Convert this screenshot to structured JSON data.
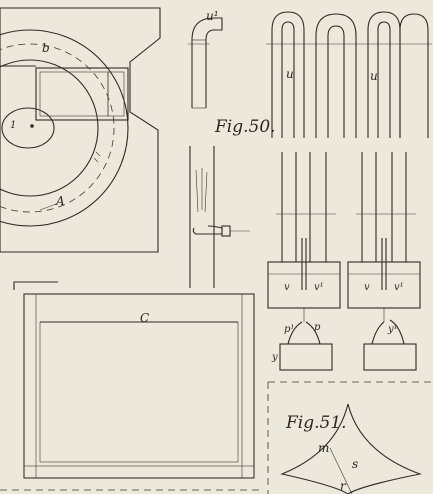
{
  "figures": {
    "fig50": "Fig.50.",
    "fig51": "Fig.51."
  },
  "labels": {
    "b": "b",
    "a_small": "1",
    "A": "A",
    "C": "C",
    "u1_top": "u¹",
    "u_left": "u",
    "u_right": "u",
    "v_left": "v",
    "v1_left": "v¹",
    "v_right": "v",
    "v1_right": "v¹",
    "p1": "p¹",
    "p2": "p",
    "y": "y",
    "y1": "y¹",
    "m": "m",
    "s": "s",
    "r": "r"
  }
}
